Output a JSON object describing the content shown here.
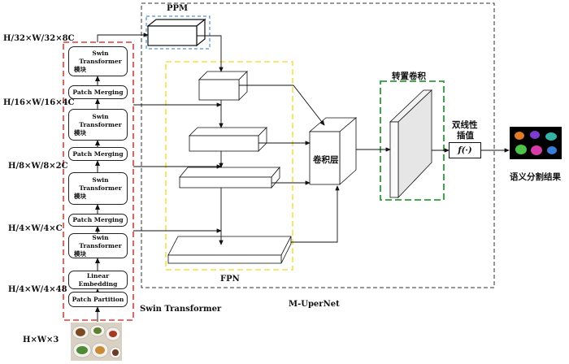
{
  "dims": {
    "d32": "H/32×W/32×8C",
    "d16": "H/16×W/16×4C",
    "d8": "H/8×W/8×2C",
    "d4c": "H/4×W/4×C",
    "d4_48": "H/4×W/4×48",
    "input": "H×W×3"
  },
  "blocks": {
    "swin_line1": "Swin Transformer",
    "swin_line2": "模块",
    "patch_merging": "Patch Merging",
    "linear_embedding": "Linear Embedding",
    "patch_partition": "Patch Partition"
  },
  "sections": {
    "ppm": "PPM",
    "fpn": "FPN",
    "swin": "Swin Transformer",
    "uper": "M-UperNet"
  },
  "labels": {
    "conv_layer": "卷积层",
    "transpose_conv": "转置卷积",
    "bilinear_line1": "双线性",
    "bilinear_line2": "插值",
    "func": "f(·)",
    "result": "语义分割结果"
  },
  "colors": {
    "swin_border": "#e53935",
    "fpn_border": "#f5e142",
    "ppm_border": "#4a90d9",
    "transpose_border": "#2e9b3a",
    "uper_border": "#333333"
  }
}
